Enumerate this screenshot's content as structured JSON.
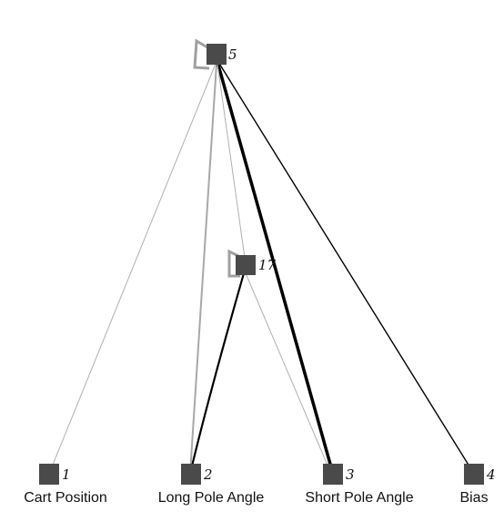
{
  "network": {
    "nodes": [
      {
        "key": "n1",
        "id_text": "1",
        "label": "Cart Position"
      },
      {
        "key": "n2",
        "id_text": "2",
        "label": "Long Pole Angle"
      },
      {
        "key": "n3",
        "id_text": "3",
        "label": "Short Pole Angle"
      },
      {
        "key": "n4",
        "id_text": "4",
        "label": "Bias"
      },
      {
        "key": "n5",
        "id_text": "5",
        "label": ""
      },
      {
        "key": "n17",
        "id_text": "17",
        "label": ""
      }
    ],
    "connections": [
      {
        "from": "n1",
        "to": "n5",
        "color": "#b0b0b0"
      },
      {
        "from": "n2",
        "to": "n5",
        "color": "#a8a8a8"
      },
      {
        "from": "n3",
        "to": "n5",
        "color": "#000000"
      },
      {
        "from": "n4",
        "to": "n5",
        "color": "#000000"
      },
      {
        "from": "n3",
        "to": "n17",
        "color": "#b0b0b0"
      },
      {
        "from": "n2",
        "to": "n17",
        "color": "#000000"
      },
      {
        "from": "n17",
        "to": "n5",
        "color": "#b0b0b0"
      },
      {
        "from": "n5",
        "to": "n5",
        "color": "#a0a0a0"
      },
      {
        "from": "n17",
        "to": "n17",
        "color": "#a0a0a0"
      }
    ]
  }
}
